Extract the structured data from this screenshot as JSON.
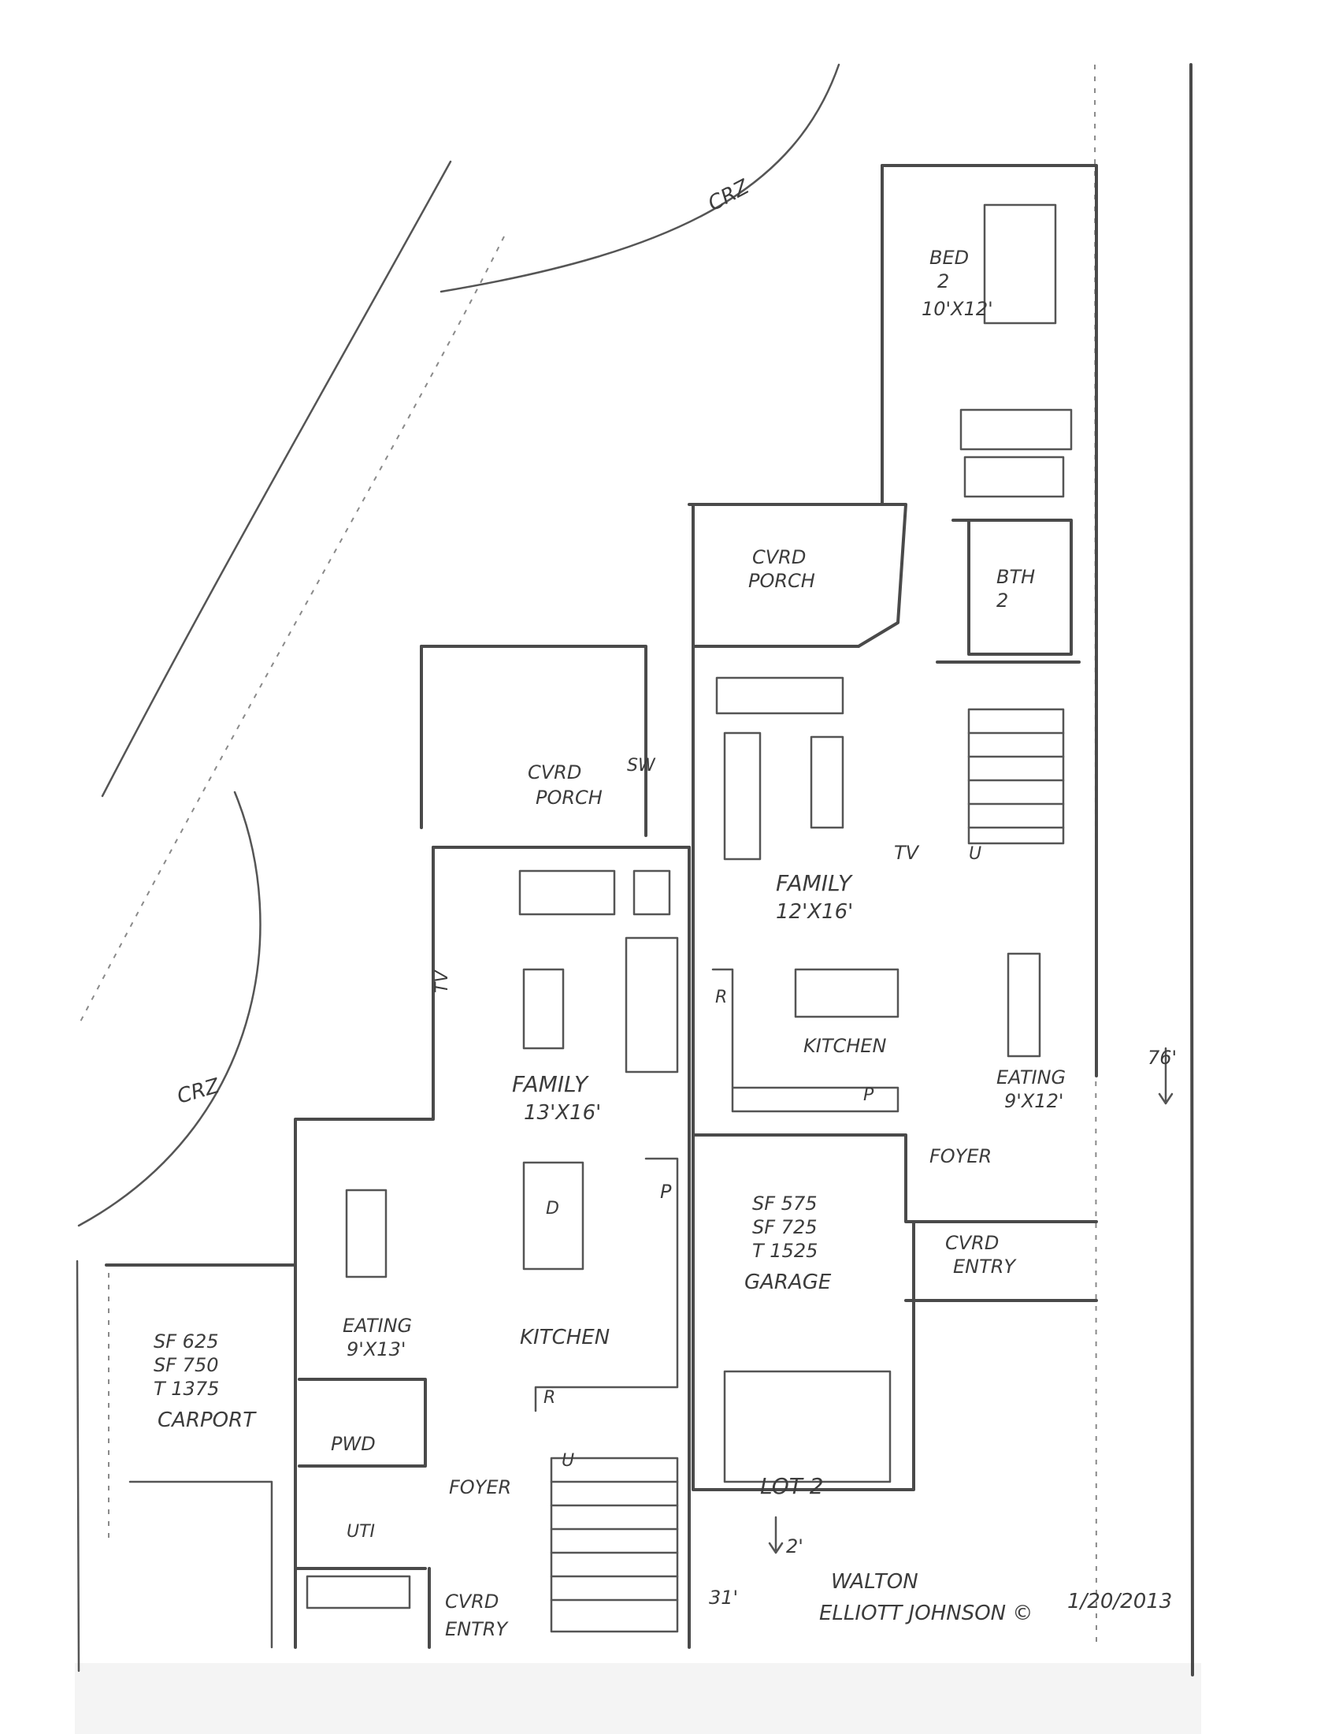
{
  "labels": {
    "crz_top": "CRZ",
    "crz_left": "CRZ",
    "bed2": "BED",
    "bed2_num": "2",
    "bed2_size": "10'X12'",
    "cvrd_porch": "CVRD",
    "cvrd_porch2": "PORCH",
    "bth2": "BTH",
    "bth2_num": "2",
    "cvrd_porch_left": "CVRD",
    "cvrd_porch_left2": "PORCH",
    "sw": "SW",
    "tv_right": "TV",
    "family_right": "FAMILY",
    "family_right_size": "12'X16'",
    "kitchen_right": "KITCHEN",
    "eating_right": "EATING",
    "eating_right_size": "9'X12'",
    "dim_76": "76'",
    "foyer_right": "FOYER",
    "cvrd_entry_right": "CVRD",
    "cvrd_entry_right2": "ENTRY",
    "tv_left": "TV",
    "family_left": "FAMILY",
    "family_left_size": "13'X16'",
    "sf_garage": "SF 575",
    "sf_garage2": "SF 725",
    "sf_garage3": "T 1525",
    "garage": "GARAGE",
    "eating_left": "EATING",
    "eating_left_size": "9'X13'",
    "kitchen_left": "KITCHEN",
    "sf_carport": "SF 625",
    "sf_carport2": "SF 750",
    "sf_carport3": "T 1375",
    "carport": "CARPORT",
    "pwd": "PWD",
    "foyer_left": "FOYER",
    "uti": "UTI",
    "cvrd_entry_left": "CVRD",
    "cvrd_entry_left2": "ENTRY",
    "lot2": "LOT 2",
    "dim_2": "2'",
    "dim_31": "31'",
    "author1": "WALTON",
    "author2": "ELLIOTT JOHNSON ©",
    "date": "1/20/2013",
    "r_left": "R",
    "p_left": "P",
    "d_left": "D",
    "r_right": "R",
    "p_right": "P",
    "u_right": "U",
    "u_left": "U"
  }
}
